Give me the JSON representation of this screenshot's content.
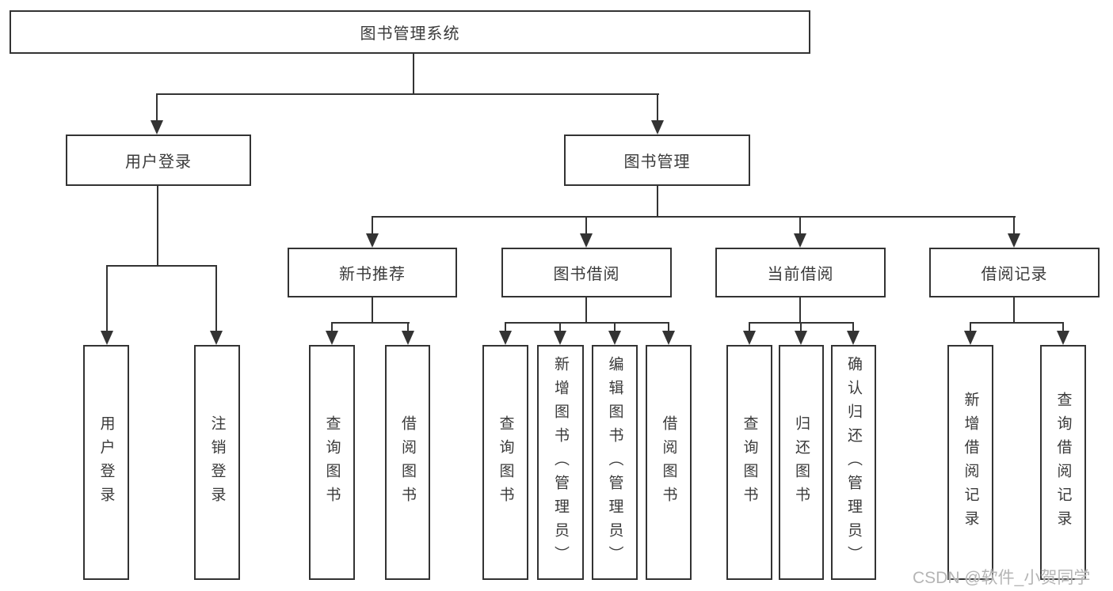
{
  "diagram": {
    "nodes": {
      "root": "图书管理系统",
      "user_login": "用户登录",
      "book_mgmt": "图书管理",
      "new_book_rec": "新书推荐",
      "book_borrow": "图书借阅",
      "current_borrow": "当前借阅",
      "borrow_records": "借阅记录",
      "leaf_user_login": "用户登录",
      "leaf_logout": "注销登录",
      "leaf_nb_query": "查询图书",
      "leaf_nb_borrow": "借阅图书",
      "leaf_bb_query": "查询图书",
      "leaf_bb_add": "新增图书（管理员）",
      "leaf_bb_edit": "编辑图书（管理员）",
      "leaf_bb_borrow": "借阅图书",
      "leaf_cb_query": "查询图书",
      "leaf_cb_return": "归还图书",
      "leaf_cb_confirm": "确认归还（管理员）",
      "leaf_br_add": "新增借阅记录",
      "leaf_br_query": "查询借阅记录"
    },
    "watermark": "CSDN @软件_小贺同学",
    "colors": {
      "line": "#333333",
      "text": "#3a3a3a",
      "watermark": "#b5b5b5",
      "background": "#ffffff"
    }
  }
}
